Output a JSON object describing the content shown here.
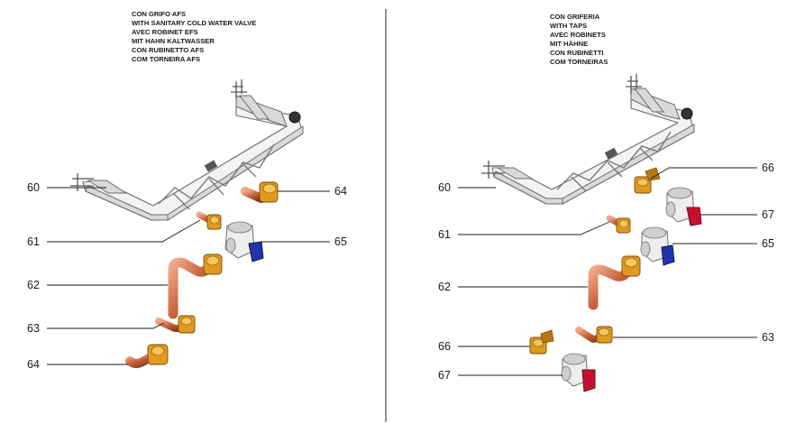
{
  "left_panel": {
    "caption_lines": [
      "CON GRIFO AFS",
      "WITH SANITARY COLD WATER VALVE",
      "AVEC ROBINET EFS",
      "MIT HAHN KALTWASSER",
      "CON RUBINETTO AFS",
      "COM TORNEIRA AFS"
    ],
    "callouts": [
      "60",
      "61",
      "62",
      "63",
      "64",
      "64",
      "65"
    ]
  },
  "right_panel": {
    "caption_lines": [
      "CON GRIFERIA",
      "WITH TAPS",
      "AVEC ROBINETS",
      "MIT HÄHNE",
      "CON RUBINETTI",
      "COM TORNEIRAS"
    ],
    "callouts": [
      "60",
      "61",
      "62",
      "63",
      "66",
      "66",
      "67",
      "67",
      "65"
    ]
  },
  "colors": {
    "copper": "#c8633d",
    "copper_light": "#efa98a",
    "brass": "#e09a1e",
    "valve_blue": "#2233aa",
    "valve_red": "#c8102e",
    "frame": "#f3f3f3"
  }
}
